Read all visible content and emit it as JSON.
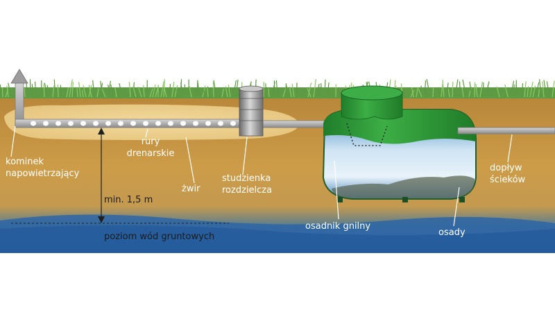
{
  "labels": {
    "vent": [
      "kominek",
      "napowietrzający"
    ],
    "pipes": [
      "rury",
      "drenarskie"
    ],
    "gravel": "żwir",
    "distribution_box": [
      "studzienka",
      "rozdzielcza"
    ],
    "inflow": [
      "dopływ",
      "ścieków"
    ],
    "depth": "min. 1,5 m",
    "groundwater": "poziom wód gruntowych",
    "tank": "osadnik gnilny",
    "sludge": "osady"
  },
  "colors": {
    "soil": "#c99a45",
    "sand": "#efd596",
    "groundwater": "#2f6cab",
    "tank": "#2d9a38",
    "grass": "#6ea84a",
    "pipe": "#a9a9a9"
  }
}
